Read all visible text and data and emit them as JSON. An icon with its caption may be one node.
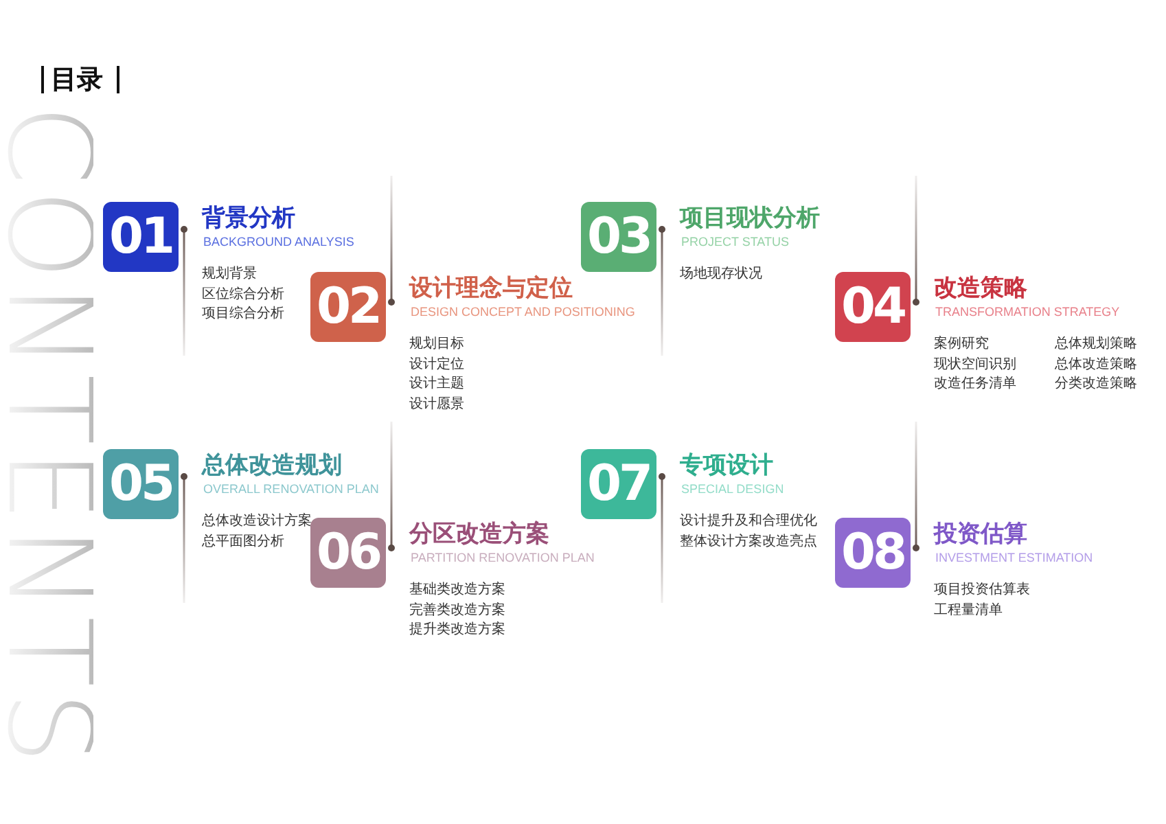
{
  "diagram": {
    "title": "目录",
    "nodes": [
      {
        "text": [
          "01"
        ],
        "beside": [
          "背景分析",
          "BACKGROUND ANALYSIS",
          "规划背景",
          "区位综合分析",
          "项目综合分析"
        ]
      },
      {
        "text": [
          "02"
        ],
        "beside": [
          "设计理念与定位",
          "DESIGN CONCEPT AND POSITIONING",
          "规划目标",
          "设计定位",
          "设计主题",
          "设计愿景"
        ]
      },
      {
        "text": [
          "03"
        ],
        "beside": [
          "项目现状分析",
          "PROJECT STATUS",
          "场地现存状况"
        ]
      },
      {
        "text": [
          "04"
        ],
        "beside": [
          "改造策略",
          "TRANSFORMATION STRATEGY",
          "案例研究",
          "现状空间识别",
          "改造任务清单",
          "总体规划策略",
          "总体改造策略",
          "分类改造策略"
        ]
      },
      {
        "text": [
          "05"
        ],
        "beside": [
          "总体改造规划",
          "OVERALL RENOVATION PLAN",
          "总体改造设计方案",
          "总平面图分析"
        ]
      },
      {
        "text": [
          "06"
        ],
        "beside": [
          "分区改造方案",
          "PARTITION RENOVATION PLAN",
          "基础类改造方案",
          "完善类改造方案",
          "提升类改造方案"
        ]
      },
      {
        "text": [
          "07"
        ],
        "beside": [
          "专项设计",
          "SPECIAL DESIGN",
          "设计提升及和合理优化",
          "整体设计方案改造亮点"
        ]
      },
      {
        "text": [
          "08"
        ],
        "beside": [
          "投资估算",
          "INVESTMENT ESTIMATION",
          "项目投资估算表",
          "工程量清单"
        ]
      }
    ],
    "labels": [
      "CONTENTS"
    ]
  }
}
